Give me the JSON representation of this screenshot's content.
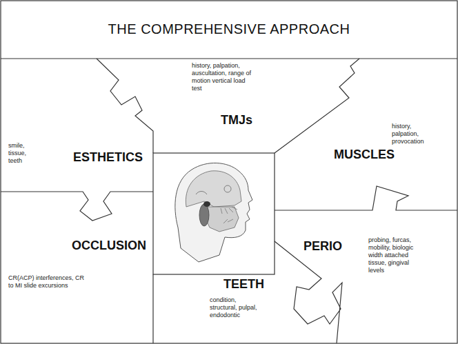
{
  "diagram": {
    "title": "THE COMPREHENSIVE APPROACH",
    "nodes": [
      {
        "text": [
          "TMJs",
          "history, palpation, auscultation, range of motion vertical load test"
        ]
      },
      {
        "text": [
          "ESTHETICS",
          "smile, tissue, teeth"
        ]
      },
      {
        "text": [
          "MUSCLES",
          "history, palpation, provocation"
        ]
      },
      {
        "text": [
          "OCCLUSION",
          "CR(ACP) interferences, CR to MI slide excursions"
        ]
      },
      {
        "text": [
          "PERIO",
          "probing, furcas, mobility, biologic width attached tissue, gingival levels"
        ]
      },
      {
        "text": [
          "TEETH",
          "condition, structural, pulpal, endodontic"
        ]
      }
    ]
  }
}
